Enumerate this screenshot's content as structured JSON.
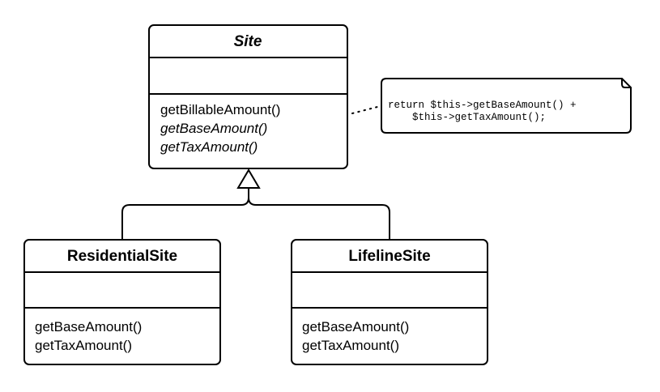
{
  "classes": {
    "site": {
      "name": "Site",
      "methods": [
        {
          "label": "getBillableAmount()",
          "abstract": false
        },
        {
          "label": "getBaseAmount()",
          "abstract": true
        },
        {
          "label": "getTaxAmount()",
          "abstract": true
        }
      ]
    },
    "residential": {
      "name": "ResidentialSite",
      "methods": [
        {
          "label": "getBaseAmount()",
          "abstract": false
        },
        {
          "label": "getTaxAmount()",
          "abstract": false
        }
      ]
    },
    "lifeline": {
      "name": "LifelineSite",
      "methods": [
        {
          "label": "getBaseAmount()",
          "abstract": false
        },
        {
          "label": "getTaxAmount()",
          "abstract": false
        }
      ]
    }
  },
  "note": {
    "lines": [
      "return $this->getBaseAmount() +",
      "    $this->getTaxAmount();"
    ]
  }
}
